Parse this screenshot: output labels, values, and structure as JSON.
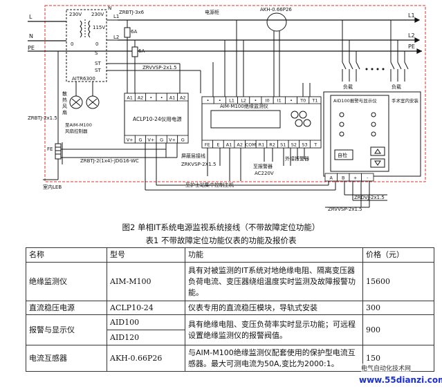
{
  "diagram": {
    "lines": {
      "L": "L",
      "N": "N",
      "PE": "PE",
      "L1": "L1",
      "L2": "L2",
      "PE_r": "PE"
    },
    "transformer": {
      "v_in": "230V",
      "v_out": "230V",
      "v_mid": "115V",
      "zero_l": "0",
      "zero_r": "0",
      "s": "S",
      "st": "ST",
      "st2": "ST",
      "name": "AITR6300",
      "pin_n": "N",
      "pin_l1": "L1",
      "pin_l2": "L2"
    },
    "cables": {
      "c1": "ZRBTJ-3x6",
      "c2": "ZRBTJ-2x1.5",
      "c3": "ZRVVSP-2x1.5",
      "c4": "ZRBTJ-2(1x4)-JDG16-WC",
      "c5": "ZRKVSP-2X1.5",
      "c6": "ZRDVJ-2x1.5",
      "c7": "ZRVVSP-2x1.5"
    },
    "fuses": {
      "f1": "6A",
      "f2": "6A"
    },
    "busbar": "电源柜",
    "ct": "AKH-0.66P26",
    "fans_label": "散\n热\n风\n扇",
    "fan_ctrl": "至AIM-M100\n风扇控制器",
    "psu": {
      "name": "ACLP10-24仪用电源",
      "top_pins": [
        "A1",
        "A2",
        "•",
        "•",
        "A1",
        "A2"
      ],
      "bot_pins": [
        "V+",
        "G",
        "V+",
        "G",
        "V+",
        "G"
      ]
    },
    "monitor": {
      "name": "AIM-M100绝缘监测仪",
      "top_pins": [
        "•",
        "•",
        "L1",
        "L2",
        "•",
        "I0",
        "I1",
        "•",
        "T0",
        "T1"
      ],
      "bot_pins": [
        "FE",
        "E",
        "A1",
        "A2",
        "COM",
        "R1",
        "R2",
        "S1",
        "S2",
        "S3",
        "T"
      ]
    },
    "alarm": {
      "name": "AID100报警与显示仪",
      "remote": "手术室内安装",
      "self_test": "自检",
      "bottom_pins": [
        "A",
        "B",
        "+",
        "-"
      ]
    },
    "labels": {
      "load1": "负载",
      "load2": "负载",
      "ground_loop": "屏蔽层接线",
      "alarm_out": "至报警器",
      "ac220": "AC220V",
      "ext_alarm": "外接报警器",
      "host": "至护士站集中控制主机",
      "ground": "室内LEB",
      "fe": "FE"
    }
  },
  "captions": {
    "figure": "图2 单相IT系统电源监视系统接线（不带故障定位功能）",
    "table": "表1 不带故障定位功能仪表的功能及报价表"
  },
  "table": {
    "headers": [
      "名称",
      "型号",
      "功能",
      "价格（元）"
    ],
    "rows": [
      {
        "name": "绝缘监测仪",
        "model": "AIM-M100",
        "func": "具有对被监测的IT系统对地绝缘电阻、隔离变压器负荷电流、变压器绕组温度实时监测及故障报警功能。",
        "price": "15600"
      },
      {
        "name": "直流稳压电源",
        "model": "ACLP10-24",
        "func": "仪表专用的直流稳压模块，导轨式安装",
        "price": "300"
      },
      {
        "name": "报警与显示仪",
        "model": "AID100",
        "model2": "AID120",
        "func": "具有绝缘电阻、变压负荷率实时显示功能；可远程设置绝缘监测仪的报警阀值。",
        "price": "900"
      },
      {
        "name": "电流互感器",
        "model": "AKH-0.66P26",
        "func": "与AIM-M100绝缘监测仪配套使用的保护型电流互感器。最大可测电流为50A,变比为2000:1。",
        "price": "150"
      }
    ]
  },
  "watermark": {
    "line1": "电气自动化技术网",
    "line2": "www.55dianzi.com"
  }
}
